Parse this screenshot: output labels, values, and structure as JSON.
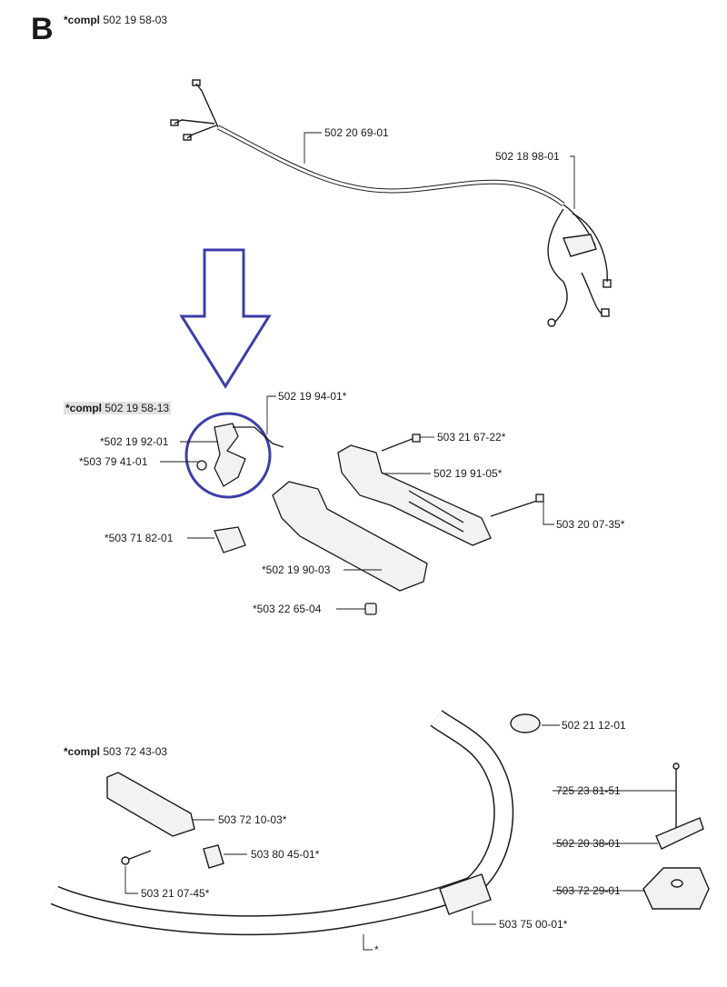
{
  "section": "B",
  "groups": {
    "cable": {
      "prefix": "*compl",
      "number": "502 19 58-03"
    },
    "handle": {
      "prefix": "*compl",
      "number": "502 19 58-13"
    },
    "bar": {
      "prefix": "*compl",
      "number": "503 72 43-03"
    }
  },
  "parts": {
    "cable_harness": "502 20 69-01",
    "switch_lead": "502 18 98-01",
    "throttle_cable": "502 19 94-01*",
    "trigger": "*502 19 92-01",
    "spring": "*503 79 41-01",
    "screw_top": "503 21 67-22*",
    "handle_half_right": "502 19 91-05*",
    "screw_long": "503 20 07-35*",
    "stop_switch": "*503 71 82-01",
    "handle_half_left": "*502 19 90-03",
    "nut": "*503 22 65-04",
    "knob": "502 21 12-01",
    "grip": "503 72 10-03*",
    "bolt_long": "725 23 81-51",
    "clamp_top": "502 20 38-01",
    "cable_clip": "503 80 45-01*",
    "screw_bar": "503 21 07-45*",
    "clamp_base": "503 72 29-01",
    "bracket": "503 75 00-01*",
    "star": "*"
  },
  "colors": {
    "arrow": "#3b3fa8",
    "line": "#1a1a1a",
    "part_fill": "#f2f2f2"
  }
}
